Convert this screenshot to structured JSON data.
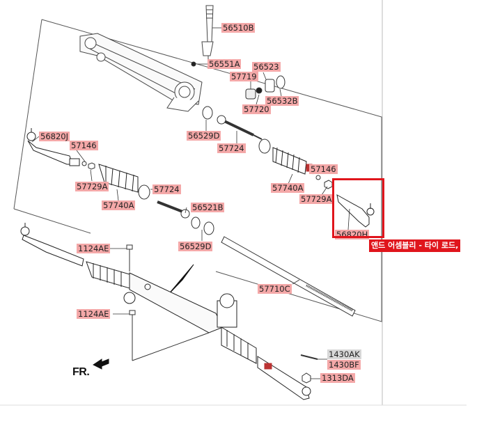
{
  "labels": [
    {
      "id": "p56510B",
      "text": "56510B"
    },
    {
      "id": "p56551A",
      "text": "56551A"
    },
    {
      "id": "p56523",
      "text": "56523"
    },
    {
      "id": "p57719",
      "text": "57719"
    },
    {
      "id": "p56532B",
      "text": "56532B"
    },
    {
      "id": "p57720",
      "text": "57720"
    },
    {
      "id": "p56529D_top",
      "text": "56529D"
    },
    {
      "id": "p57724_top",
      "text": "57724"
    },
    {
      "id": "p56820J",
      "text": "56820J"
    },
    {
      "id": "p57146_left",
      "text": "57146"
    },
    {
      "id": "p57729A_left",
      "text": "57729A"
    },
    {
      "id": "p57740A_left",
      "text": "57740A"
    },
    {
      "id": "p57724_mid",
      "text": "57724"
    },
    {
      "id": "p56521B",
      "text": "56521B"
    },
    {
      "id": "p56529D_mid",
      "text": "56529D"
    },
    {
      "id": "p57146_right",
      "text": "57146"
    },
    {
      "id": "p57740A_right",
      "text": "57740A"
    },
    {
      "id": "p57729A_right",
      "text": "57729A"
    },
    {
      "id": "p56820H",
      "text": "56820H"
    },
    {
      "id": "p1124AE_top",
      "text": "1124AE"
    },
    {
      "id": "p57710C",
      "text": "57710C"
    },
    {
      "id": "p1124AE_bot",
      "text": "1124AE"
    },
    {
      "id": "p1430AK",
      "text": "1430AK",
      "style": "grey"
    },
    {
      "id": "p1430BF",
      "text": "1430BF"
    },
    {
      "id": "p1313DA",
      "text": "1313DA"
    }
  ],
  "highlight": {
    "caption": "앤드 어셈블리 - 타이 로드,",
    "border_color": "#e0151c"
  },
  "direction": {
    "label": "FR."
  },
  "colors": {
    "label_bg": "#f4a8a8",
    "label_grey_bg": "#d7d7d7",
    "line": "#333333"
  }
}
